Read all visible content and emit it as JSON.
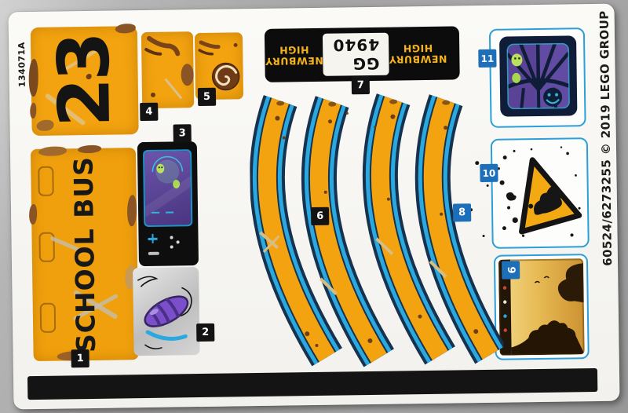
{
  "sheet": {
    "code": "134071A",
    "legal": "60524/6273255 © 2019 LEGO GROUP"
  },
  "labels": [
    "1",
    "2",
    "3",
    "4",
    "5",
    "6",
    "7",
    "8",
    "9",
    "10",
    "11"
  ],
  "stickers": {
    "bus_number": {
      "text": "23"
    },
    "school_bus": {
      "text": "SCHOOL BUS"
    },
    "license_plate": {
      "plate": "GG 4940",
      "school": [
        "NEWBURY",
        "HIGH"
      ]
    }
  },
  "icons": {
    "window_ghosts": "ghost-window",
    "warning": "warning-triangle-with-creature",
    "photo": "haunted-sepia-photo",
    "graffiti": "purple-graffiti-tag",
    "swirl": "spiral-horn-circle",
    "scratches": "claw-scratches",
    "dashboard": "ghost-radar-screen",
    "roof_stripes": "curved-bus-roof-stripe"
  },
  "colors": {
    "sticker_yellow": "#f2a30f",
    "stripe_blue": "#2aa9e0",
    "stripe_navy": "#16324f",
    "cutline_blue": "#2b9fd8",
    "label_black": "#131313",
    "label_blue": "#1e6fba",
    "plate_text_yellow": "#f5b31a",
    "ghost_green": "#b9e05f",
    "graffiti_purple": "#7a4fc9",
    "bar_black": "#141414"
  }
}
